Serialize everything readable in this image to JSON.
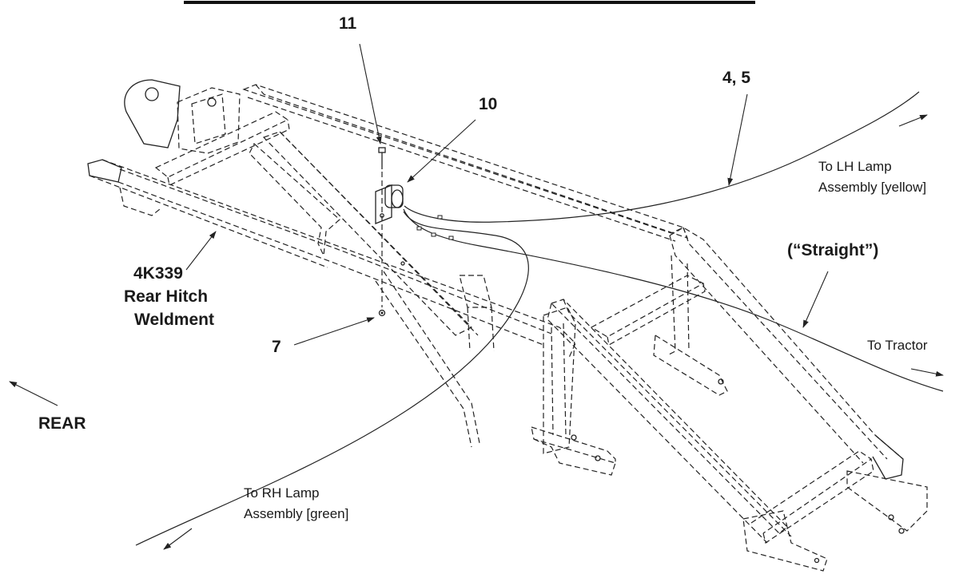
{
  "callouts": {
    "c11": "11",
    "c10": "10",
    "c45": "4, 5",
    "c7": "7"
  },
  "part_label": {
    "line1": "4K339",
    "line2": "Rear Hitch",
    "line3": "Weldment"
  },
  "direction_label": "REAR",
  "wire_labels": {
    "lh_line1": "To LH Lamp",
    "lh_line2": "Assembly [yellow]",
    "straight": "(“Straight”)",
    "tractor": "To Tractor",
    "rh_line1": "To RH Lamp",
    "rh_line2": "Assembly [green]"
  }
}
